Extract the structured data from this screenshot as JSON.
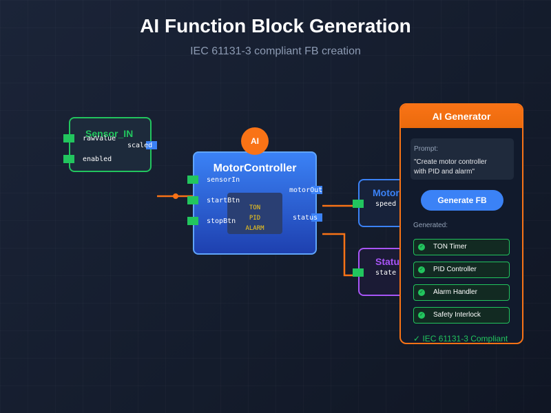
{
  "title": "AI Function Block Generation",
  "subtitle": "IEC 61131-3 compliant FB creation",
  "sensor_fb": {
    "name": "Sensor_IN",
    "inputs": [
      "rawValue",
      "enabled"
    ],
    "outputs": [
      "scaled"
    ]
  },
  "motor_fb": {
    "name": "MotorController",
    "badge": "AI",
    "inputs": [
      "sensorIn",
      "startBtn",
      "stopBtn"
    ],
    "outputs": [
      "motorOut",
      "status"
    ],
    "internals": [
      "TON",
      "PID",
      "ALARM"
    ]
  },
  "motorout_fb": {
    "name": "Motor",
    "inputs": [
      "speed"
    ]
  },
  "status_fb": {
    "name": "Status",
    "inputs": [
      "state"
    ]
  },
  "panel": {
    "header": "AI Generator",
    "prompt_label": "Prompt:",
    "prompt_line1": "\"Create motor controller",
    "prompt_line2": "with PID and alarm\"",
    "button": "Generate FB",
    "generated_label": "Generated:",
    "generated": [
      "TON Timer",
      "PID Controller",
      "Alarm Handler",
      "Safety Interlock"
    ],
    "check_glyph": "✓",
    "compliance": "✓ IEC 61131-3 Compliant"
  },
  "colors": {
    "accent": "#f97316",
    "input_port": "#22c55e",
    "output_port": "#3b82f6",
    "status_block": "#a855f7"
  }
}
